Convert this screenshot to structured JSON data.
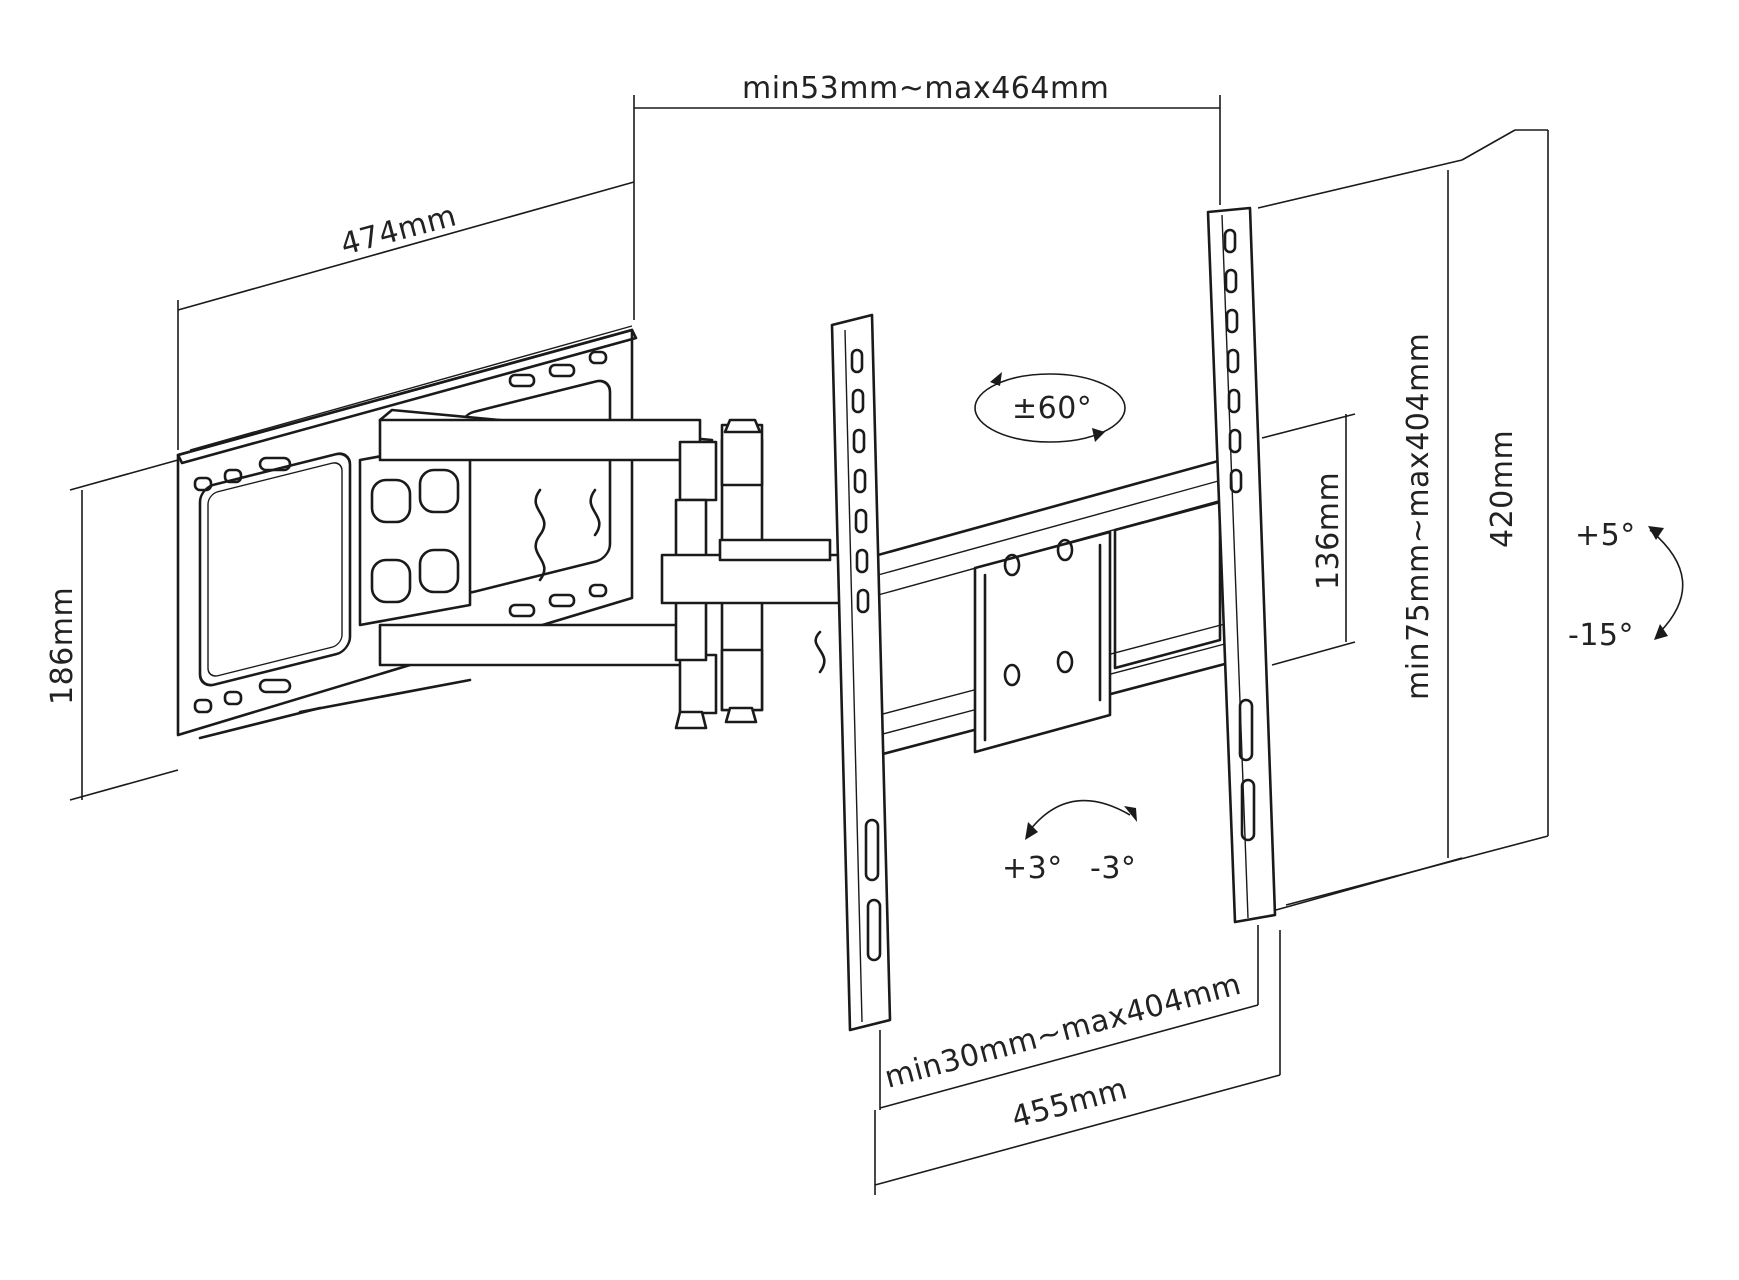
{
  "dimensions": {
    "arm_extension": "min53mm~max464mm",
    "wall_plate_width": "474mm",
    "wall_plate_height": "186mm",
    "rail_spacing": "min75mm~max404mm",
    "overall_height": "420mm",
    "bracket_spacing": "136mm",
    "horizontal_spacing": "min30mm~max404mm",
    "overall_width": "455mm"
  },
  "angles": {
    "swivel": "±60°",
    "tilt_up": "+5°",
    "tilt_down": "-15°",
    "rotate_left": "+3°",
    "rotate_right": "-3°"
  }
}
